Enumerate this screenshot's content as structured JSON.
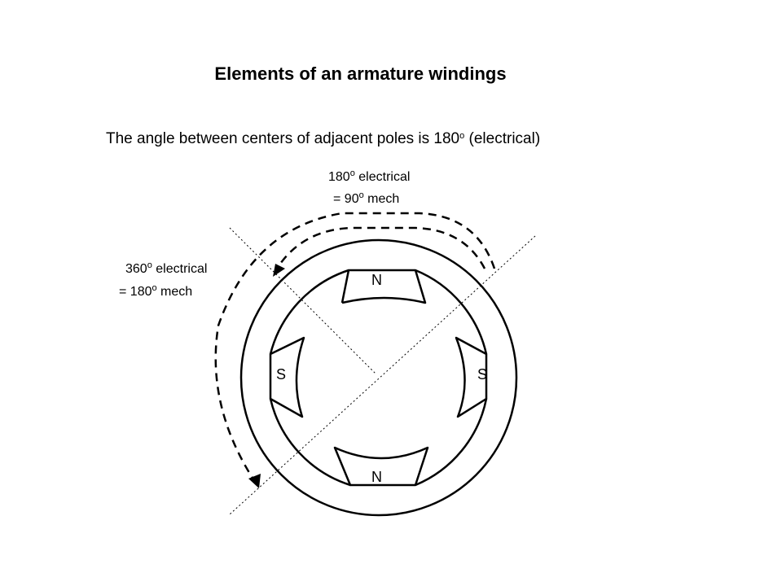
{
  "title": "Elements of an armature windings",
  "subtitle": {
    "prefix": "The angle between centers of adjacent poles is 180",
    "sup": "o",
    "suffix": " (electrical)"
  },
  "label_180": {
    "line1_value": "180",
    "line1_sup": "o",
    "line1_text": " electrical",
    "line2_value": "= 90",
    "line2_sup": "o",
    "line2_text": " mech"
  },
  "label_360": {
    "line1_value": "360",
    "line1_sup": "o",
    "line1_text": " electrical",
    "line2_value": "= 180",
    "line2_sup": "o",
    "line2_text": " mech"
  },
  "poles": {
    "top": "N",
    "bottom": "N",
    "left": "S",
    "right": "S"
  },
  "colors": {
    "line": "#000000",
    "background": "#ffffff"
  }
}
